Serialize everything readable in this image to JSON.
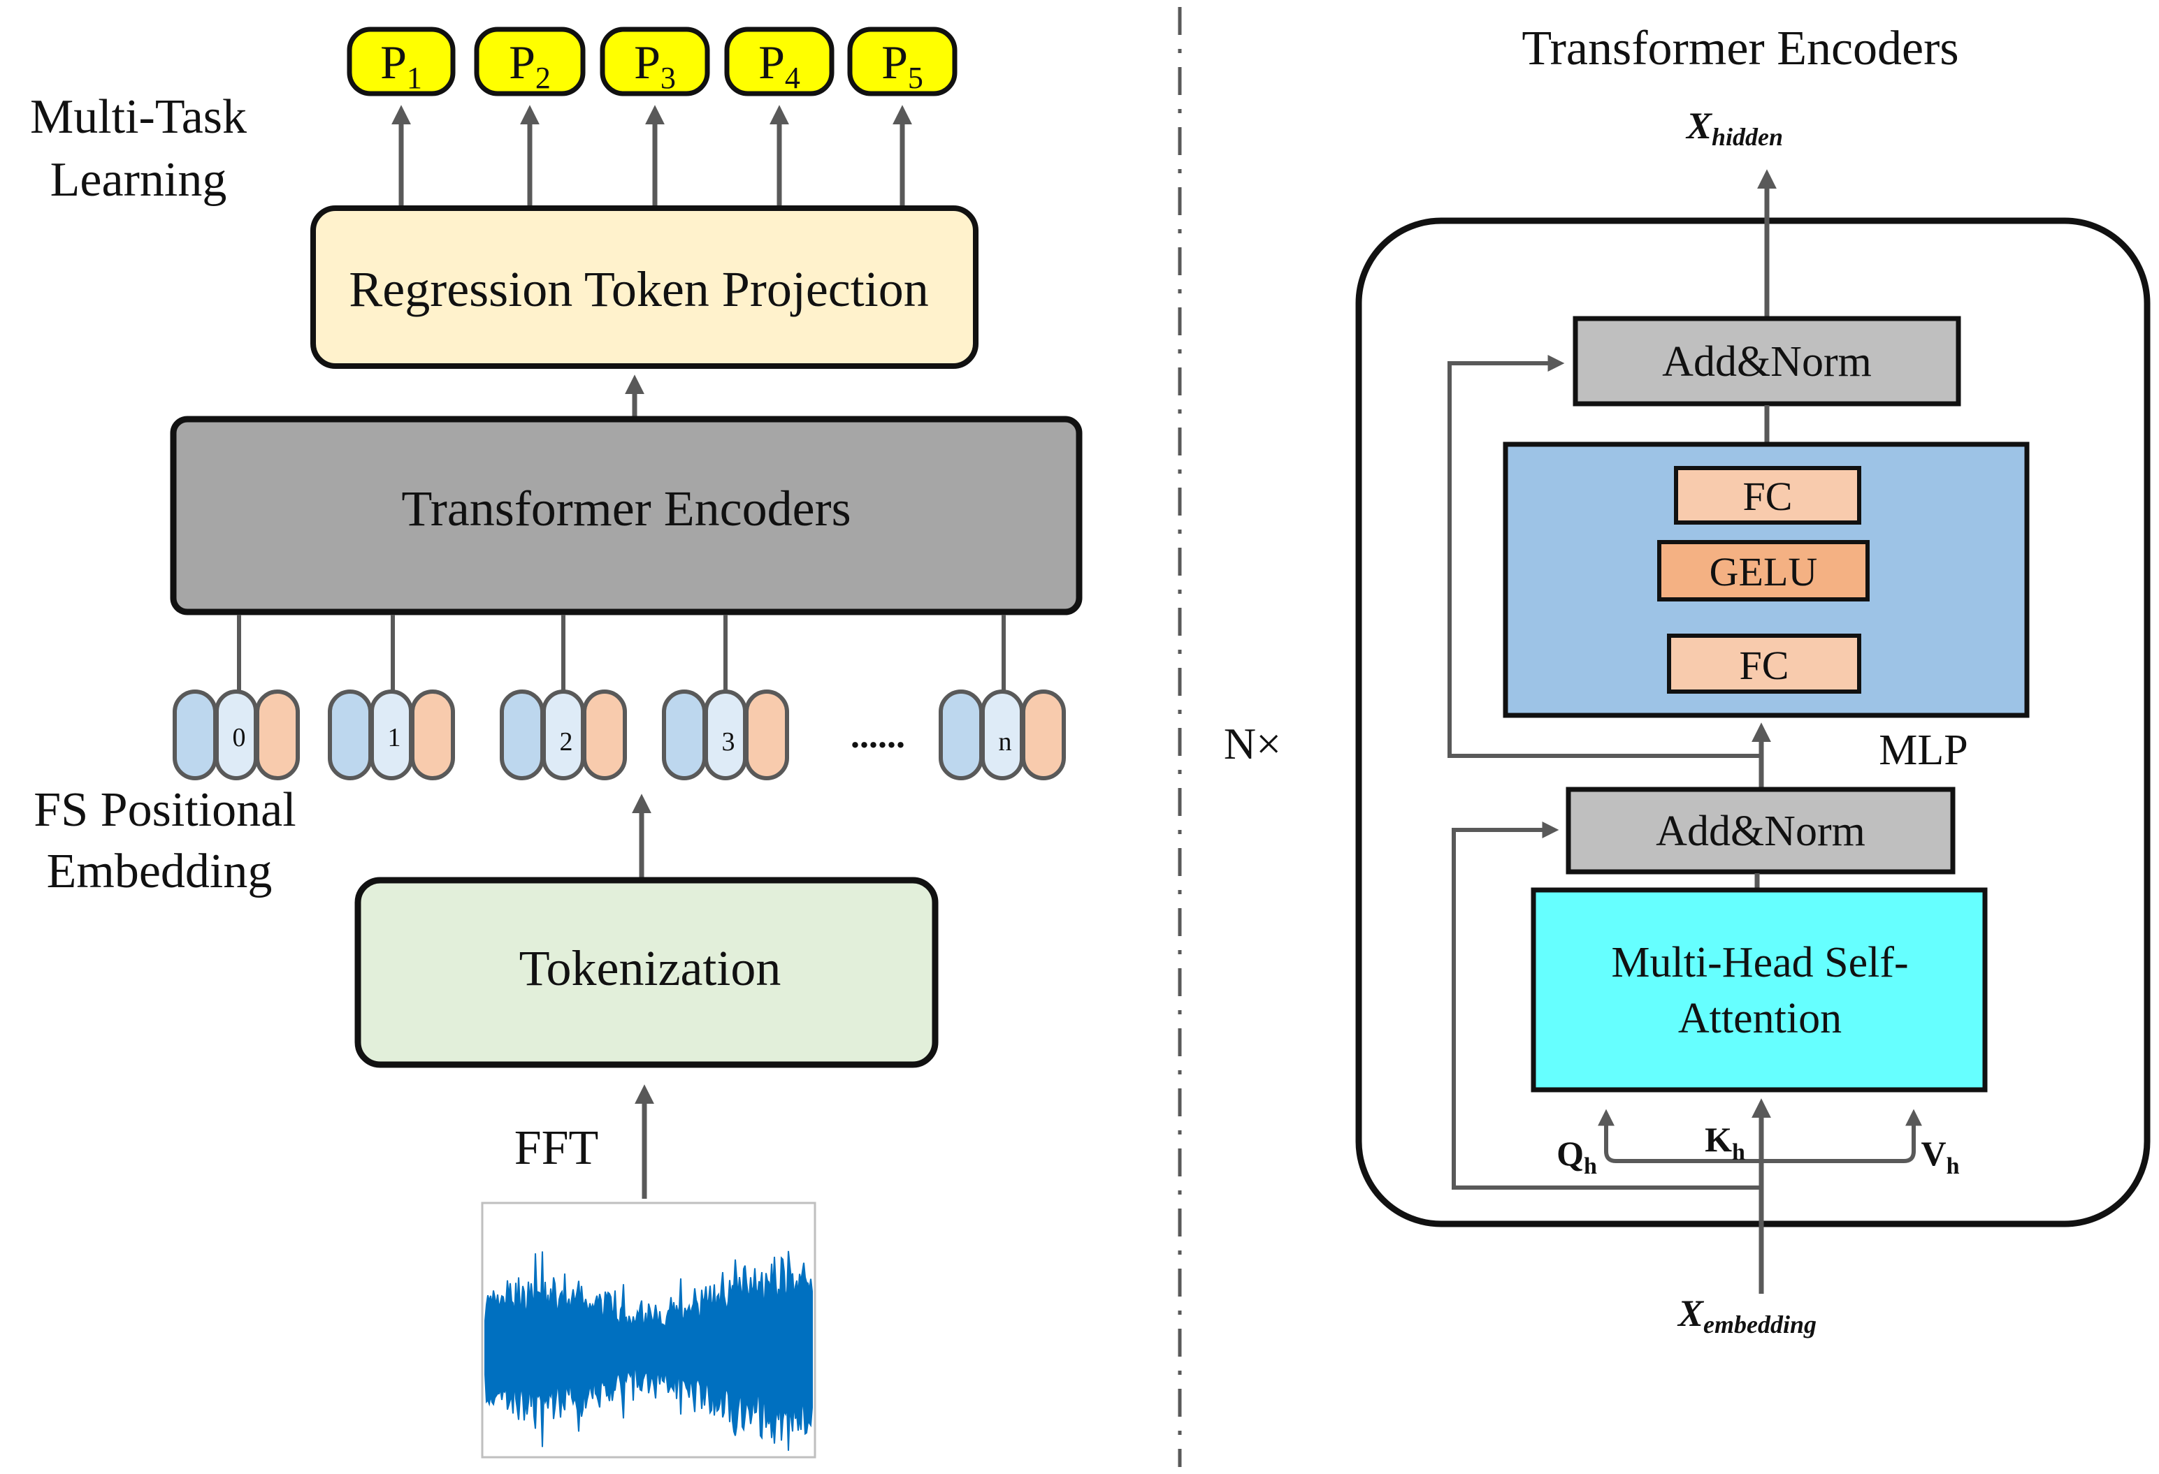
{
  "left": {
    "side_label_multitask_line1": "Multi-Task",
    "side_label_multitask_line2": "Learning",
    "outputs": [
      {
        "base": "P",
        "sub": "1"
      },
      {
        "base": "P",
        "sub": "2"
      },
      {
        "base": "P",
        "sub": "3"
      },
      {
        "base": "P",
        "sub": "4"
      },
      {
        "base": "P",
        "sub": "5"
      }
    ],
    "regression_label": "Regression Token Projection",
    "encoders_label": "Transformer Encoders",
    "tokens": [
      "0",
      "1",
      "2",
      "3",
      "n"
    ],
    "ellipsis": "......",
    "fs_label_line1": "FS  Positional",
    "fs_label_line2": "Embedding",
    "tokenization_label": "Tokenization",
    "fft_label": "FFT"
  },
  "right": {
    "title": "Transformer Encoders",
    "x_hidden_base": "X",
    "x_hidden_sub": "hidden",
    "add_norm_top": "Add&Norm",
    "fc_top": "FC",
    "gelu": "GELU",
    "fc_bottom": "FC",
    "mlp_label": "MLP",
    "add_norm_bottom": "Add&Norm",
    "mhsa_line1": "Multi-Head Self-",
    "mhsa_line2": "Attention",
    "q_base": "Q",
    "q_sub": "h",
    "k_base": "K",
    "k_sub": "h",
    "v_base": "V",
    "v_sub": "h",
    "x_embed_base": "X",
    "x_embed_sub": "embedding",
    "n_times": "N×"
  },
  "colors": {
    "output_yellow": "#ffff00",
    "regression_fill": "#fff2cc",
    "encoder_fill": "#a6a6a6",
    "tokenization_fill": "#e2efda",
    "token_blue": "#bdd7ee",
    "token_orange": "#f8cbad",
    "token_mid": "#deebf7",
    "mlp_fill": "#9dc3e6",
    "fc_fill": "#f8cbad",
    "gelu_fill": "#f4b183",
    "addnorm_fill": "#bfbfbf",
    "mhsa_fill": "#66ffff",
    "arrow_gray": "#595959",
    "signal_blue": "#0070c0"
  }
}
